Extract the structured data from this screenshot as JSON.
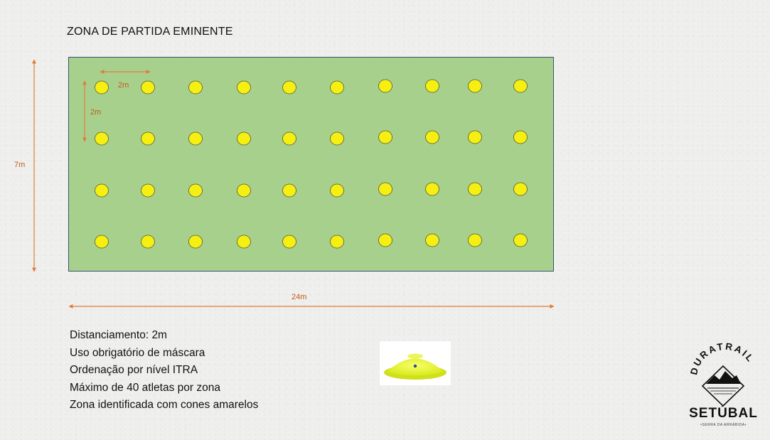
{
  "title": "ZONA DE PARTIDA EMINENTE",
  "layout": {
    "rows": 4,
    "columns": 10,
    "width_label": "24m",
    "height_label": "7m",
    "spacing_horizontal_label": "2m",
    "spacing_vertical_label": "2m"
  },
  "rules": [
    "Distanciamento: 2m",
    "Uso obrigatório de máscara",
    "Ordenação por nível ITRA",
    "Máximo de 40 atletas por zona",
    "Zona identificada com cones amarelos"
  ],
  "logo": {
    "arc_text": "DURATRAIL",
    "name": "SETÚBAL",
    "tagline": "•SERRA DA ARRÁBIDA•"
  },
  "colors": {
    "field": "#a8d08d",
    "marker": "#f6ef12",
    "dimension": "#e07b39",
    "border": "#3b4f78"
  }
}
